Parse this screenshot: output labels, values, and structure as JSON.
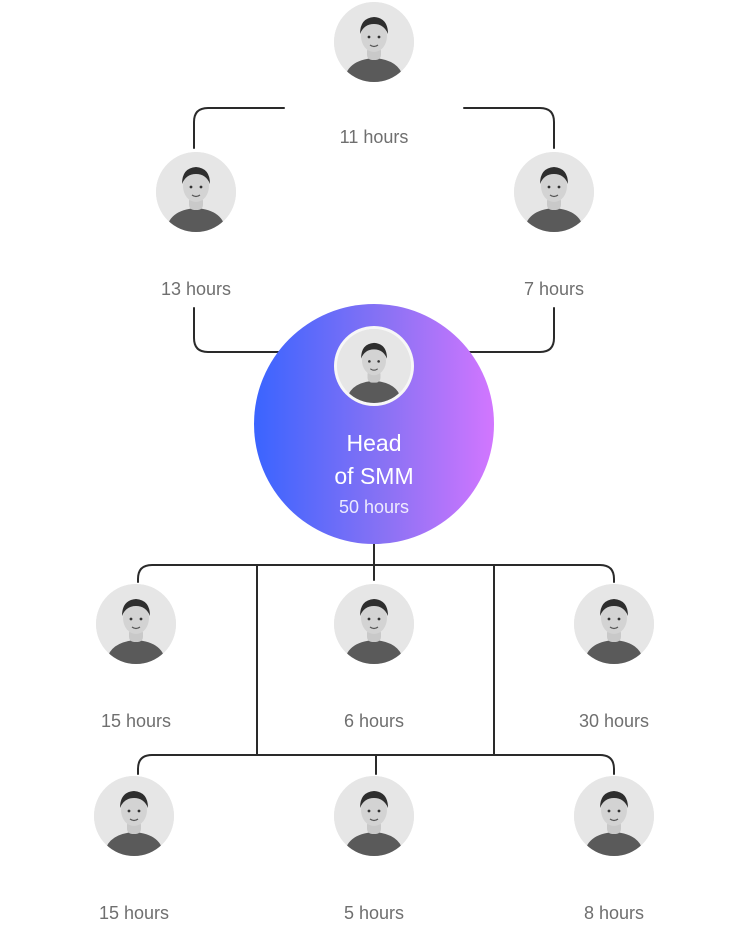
{
  "head": {
    "title_line1": "Head",
    "title_line2": "of SMM",
    "hours": "50 hours"
  },
  "nodes": {
    "top": {
      "hours": "11 hours"
    },
    "upper_left": {
      "hours": "13 hours"
    },
    "upper_right": {
      "hours": "7 hours"
    },
    "row1_left": {
      "hours": "15 hours"
    },
    "row1_center": {
      "hours": "6 hours"
    },
    "row1_right": {
      "hours": "30 hours"
    },
    "row2_left": {
      "hours": "15 hours"
    },
    "row2_center": {
      "hours": "5 hours"
    },
    "row2_right": {
      "hours": "8 hours"
    }
  },
  "colors": {
    "connector": "#2a2a2a",
    "hours_text": "#6f6f6f",
    "head_gradient_start": "#3a64ff",
    "head_gradient_end": "#d276ff"
  },
  "icons": {
    "avatar": "person-portrait-icon"
  }
}
